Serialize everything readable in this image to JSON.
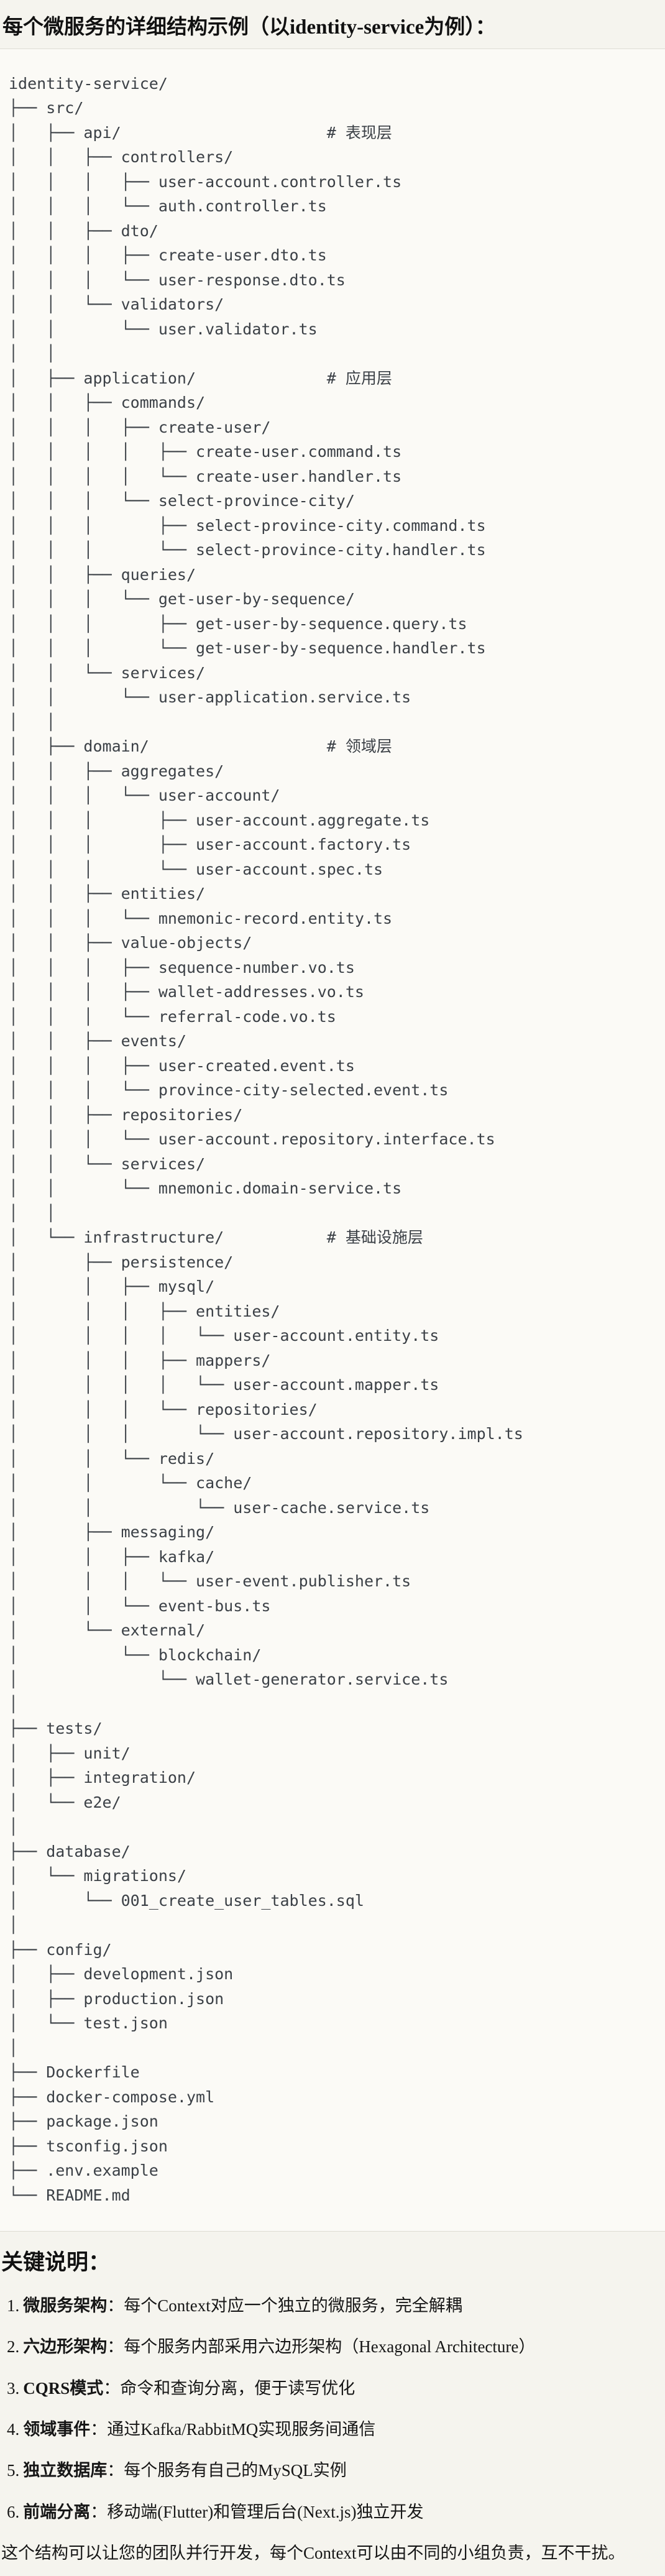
{
  "page": {
    "title": "每个微服务的详细结构示例（以identity-service为例）：",
    "colors": {
      "page_background": "#f5f4ee",
      "code_background": "#fbfaf6",
      "code_border": "#dedcd4",
      "code_text": "#3b4046",
      "body_text": "#161616"
    }
  },
  "code_block": {
    "language": "plaintext",
    "lines": [
      "identity-service/",
      "├── src/",
      "│   ├── api/                      # 表现层",
      "│   │   ├── controllers/",
      "│   │   │   ├── user-account.controller.ts",
      "│   │   │   └── auth.controller.ts",
      "│   │   ├── dto/",
      "│   │   │   ├── create-user.dto.ts",
      "│   │   │   └── user-response.dto.ts",
      "│   │   └── validators/",
      "│   │       └── user.validator.ts",
      "│   │",
      "│   ├── application/              # 应用层",
      "│   │   ├── commands/",
      "│   │   │   ├── create-user/",
      "│   │   │   │   ├── create-user.command.ts",
      "│   │   │   │   └── create-user.handler.ts",
      "│   │   │   └── select-province-city/",
      "│   │   │       ├── select-province-city.command.ts",
      "│   │   │       └── select-province-city.handler.ts",
      "│   │   ├── queries/",
      "│   │   │   └── get-user-by-sequence/",
      "│   │   │       ├── get-user-by-sequence.query.ts",
      "│   │   │       └── get-user-by-sequence.handler.ts",
      "│   │   └── services/",
      "│   │       └── user-application.service.ts",
      "│   │",
      "│   ├── domain/                   # 领域层",
      "│   │   ├── aggregates/",
      "│   │   │   └── user-account/",
      "│   │   │       ├── user-account.aggregate.ts",
      "│   │   │       ├── user-account.factory.ts",
      "│   │   │       └── user-account.spec.ts",
      "│   │   ├── entities/",
      "│   │   │   └── mnemonic-record.entity.ts",
      "│   │   ├── value-objects/",
      "│   │   │   ├── sequence-number.vo.ts",
      "│   │   │   ├── wallet-addresses.vo.ts",
      "│   │   │   └── referral-code.vo.ts",
      "│   │   ├── events/",
      "│   │   │   ├── user-created.event.ts",
      "│   │   │   └── province-city-selected.event.ts",
      "│   │   ├── repositories/",
      "│   │   │   └── user-account.repository.interface.ts",
      "│   │   └── services/",
      "│   │       └── mnemonic.domain-service.ts",
      "│   │",
      "│   └── infrastructure/           # 基础设施层",
      "│       ├── persistence/",
      "│       │   ├── mysql/",
      "│       │   │   ├── entities/",
      "│       │   │   │   └── user-account.entity.ts",
      "│       │   │   ├── mappers/",
      "│       │   │   │   └── user-account.mapper.ts",
      "│       │   │   └── repositories/",
      "│       │   │       └── user-account.repository.impl.ts",
      "│       │   └── redis/",
      "│       │       └── cache/",
      "│       │           └── user-cache.service.ts",
      "│       ├── messaging/",
      "│       │   ├── kafka/",
      "│       │   │   └── user-event.publisher.ts",
      "│       │   └── event-bus.ts",
      "│       └── external/",
      "│           └── blockchain/",
      "│               └── wallet-generator.service.ts",
      "│",
      "├── tests/",
      "│   ├── unit/",
      "│   ├── integration/",
      "│   └── e2e/",
      "│",
      "├── database/",
      "│   └── migrations/",
      "│       └── 001_create_user_tables.sql",
      "│",
      "├── config/",
      "│   ├── development.json",
      "│   ├── production.json",
      "│   └── test.json",
      "│",
      "├── Dockerfile",
      "├── docker-compose.yml",
      "├── package.json",
      "├── tsconfig.json",
      "├── .env.example",
      "└── README.md"
    ]
  },
  "notes": {
    "heading": "关键说明：",
    "items": [
      {
        "num": "1.",
        "term": "微服务架构",
        "desc": "：每个Context对应一个独立的微服务，完全解耦"
      },
      {
        "num": "2.",
        "term": "六边形架构",
        "desc": "：每个服务内部采用六边形架构（Hexagonal Architecture）"
      },
      {
        "num": "3.",
        "term": "CQRS模式",
        "desc": "：命令和查询分离，便于读写优化"
      },
      {
        "num": "4.",
        "term": "领域事件",
        "desc": "：通过Kafka/RabbitMQ实现服务间通信"
      },
      {
        "num": "5.",
        "term": "独立数据库",
        "desc": "：每个服务有自己的MySQL实例"
      },
      {
        "num": "6.",
        "term": "前端分离",
        "desc": "：移动端(Flutter)和管理后台(Next.js)独立开发"
      }
    ],
    "footer": "这个结构可以让您的团队并行开发，每个Context可以由不同的小组负责，互不干扰。"
  }
}
